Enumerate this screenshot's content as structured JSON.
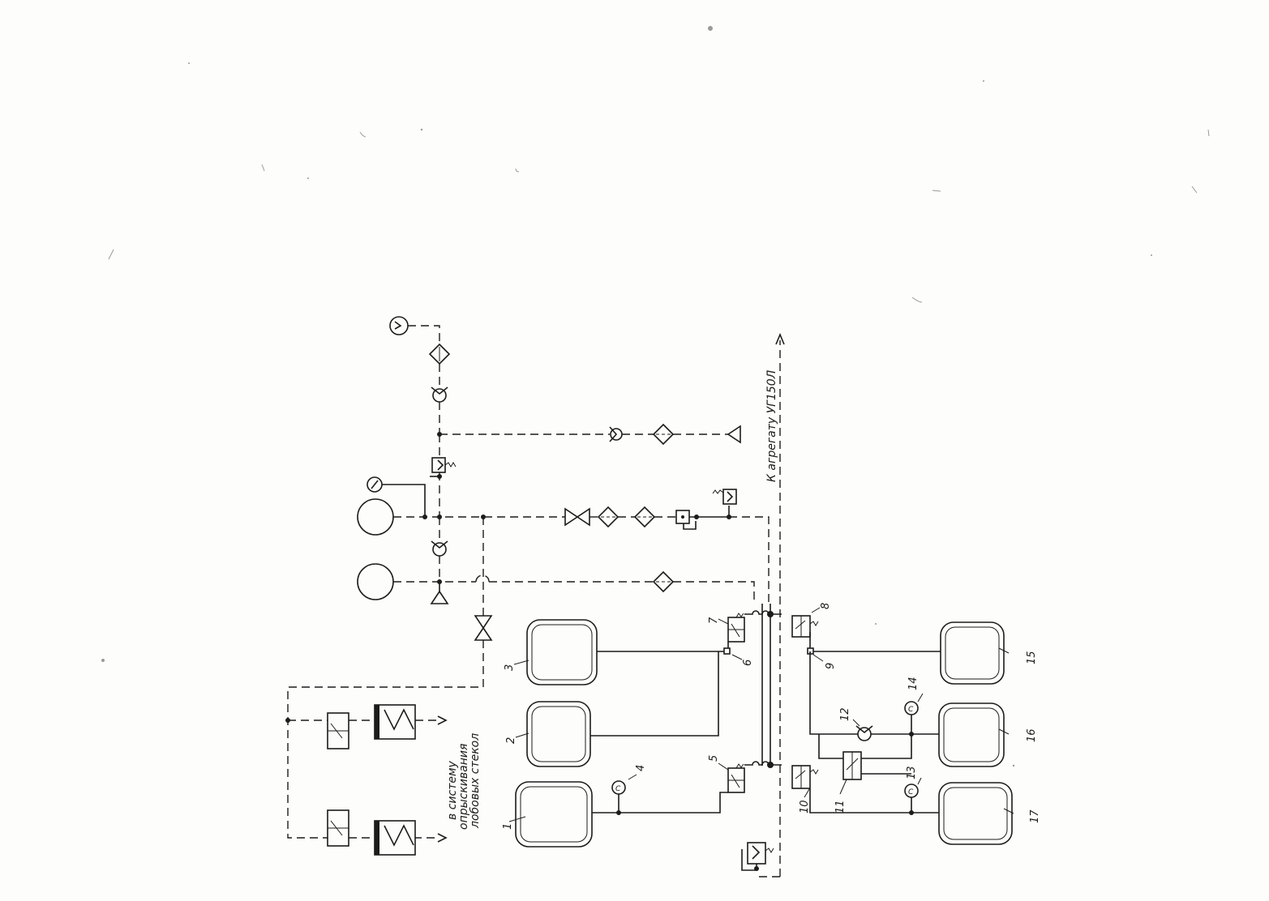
{
  "labels": {
    "unit": "К агрегату УГ150Л",
    "spray_line1": "в систему",
    "spray_line2": "опрыскивания",
    "spray_line3": "лобовых стекол"
  },
  "numbers": [
    "1",
    "2",
    "3",
    "4",
    "5",
    "6",
    "7",
    "8",
    "9",
    "10",
    "11",
    "12",
    "13",
    "14",
    "15",
    "16",
    "17"
  ]
}
